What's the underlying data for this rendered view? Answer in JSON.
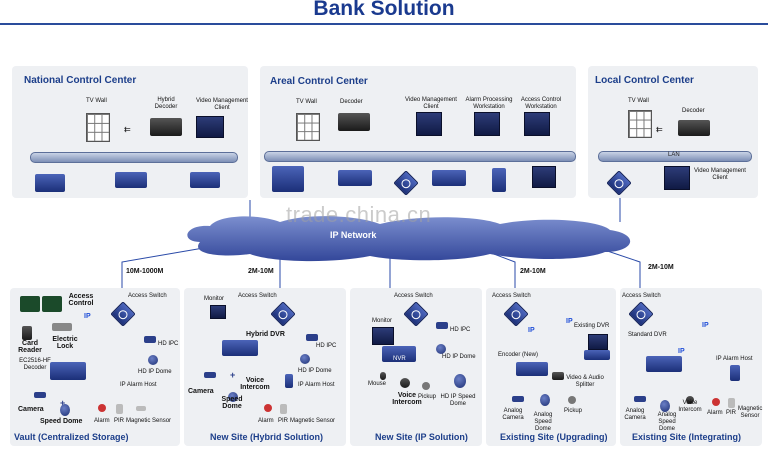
{
  "title": "Bank Solution",
  "watermark": "trade.china.cn",
  "network": "IP Network",
  "bandwidths": [
    "10M-1000M",
    "2M-10M",
    "2M-10M",
    "2M-10M"
  ],
  "lan": "LAN",
  "panels": {
    "national": {
      "title": "National Control Center",
      "tv_wall": "TV Wall",
      "decoder": "Hybrid Decoder",
      "vmc": "Video Management Client"
    },
    "areal": {
      "title": "Areal Control Center",
      "tv_wall": "TV Wall",
      "decoder": "Decoder",
      "vmc": "Video Management Client",
      "alarm_ws": "Alarm Processing Workstation",
      "access_ws": "Access Control Workstation"
    },
    "local": {
      "title": "Local Control Center",
      "tv_wall": "TV Wall",
      "decoder": "Decoder",
      "vmc": "Video Management Client"
    }
  },
  "sites": {
    "vault": {
      "caption": "Vault (Centralized Storage)",
      "access_switch": "Access Switch",
      "ip": "IP",
      "access_control": "Access Control",
      "card_reader": "Card Reader",
      "electric_lock": "Electric Lock",
      "decoder": "EC2516-HF Decoder",
      "hd_ipc": "HD IPC",
      "hd_ip_dome": "HD IP Dome",
      "ip_alarm_host": "IP Alarm Host",
      "camera": "Camera",
      "speed_dome": "Speed Dome",
      "alarm": "Alarm",
      "pir": "PIR",
      "magnetic": "Magnetic Sensor"
    },
    "hybrid": {
      "caption": "New Site (Hybrid Solution)",
      "access_switch": "Access Switch",
      "monitor": "Monitor",
      "dvr": "Hybrid DVR",
      "hd_ipc": "HD IPC",
      "hd_ip_dome": "HD IP Dome",
      "ip_alarm_host": "IP Alarm Host",
      "camera": "Camera",
      "voice_intercom": "Voice Intercom",
      "speed_dome": "Speed Dome",
      "alarm": "Alarm",
      "pir": "PIR",
      "magnetic": "Magnetic Sensor"
    },
    "ipsol": {
      "caption": "New Site (IP Solution)",
      "access_switch": "Access Switch",
      "monitor": "Monitor",
      "nvr": "NVR",
      "hd_ipc": "HD IPC",
      "hd_ip_dome": "HD IP Dome",
      "mouse": "Mouse",
      "voice_intercom": "Voice Intercom",
      "pickup": "Pickup",
      "hd_ip_speed_dome": "HD IP Speed Dome"
    },
    "upgrading": {
      "caption": "Existing Site (Upgrading)",
      "access_switch": "Access Switch",
      "ip": "IP",
      "existing_dvr": "Existing DVR",
      "encoder": "Encoder (New)",
      "splitter": "Video & Audio Splitter",
      "analog_camera": "Analog Camera",
      "analog_speed_dome": "Analog Speed Dome",
      "pickup": "Pickup"
    },
    "integrating": {
      "caption": "Existing Site (Integrating)",
      "access_switch": "Access Switch",
      "ip": "IP",
      "standard_dvr": "Standard DVR",
      "ip_alarm_host": "IP Alarm Host",
      "analog_camera": "Analog Camera",
      "analog_speed_dome": "Analog Speed Dome",
      "voice_intercom": "Voice Intercom",
      "alarm": "Alarm",
      "pir": "PIR",
      "magnetic": "Magnetic Sensor"
    }
  }
}
